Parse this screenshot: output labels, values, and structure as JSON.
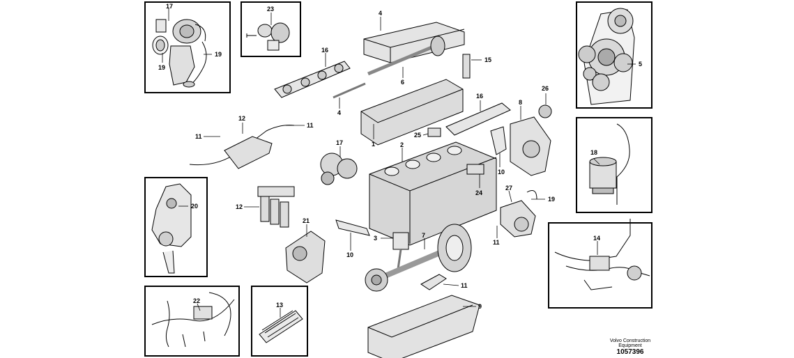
{
  "diagram": {
    "labels": {
      "n1": "1",
      "n2": "2",
      "n3": "3",
      "n4": "4",
      "n5": "5",
      "n6": "6",
      "n7": "7",
      "n8": "8",
      "n9": "9",
      "n10": "10",
      "n11": "11",
      "n12": "12",
      "n13": "13",
      "n14": "14",
      "n15": "15",
      "n16": "16",
      "n17": "17",
      "n18": "18",
      "n19": "19",
      "n20": "20",
      "n21": "21",
      "n22": "22",
      "n23": "23",
      "n24": "24",
      "n25": "25",
      "n26": "26",
      "n27": "27"
    },
    "footer": {
      "brand_line1": "Volvo Construction",
      "brand_line2": "Equipment",
      "drawing_number": "1057396"
    }
  }
}
